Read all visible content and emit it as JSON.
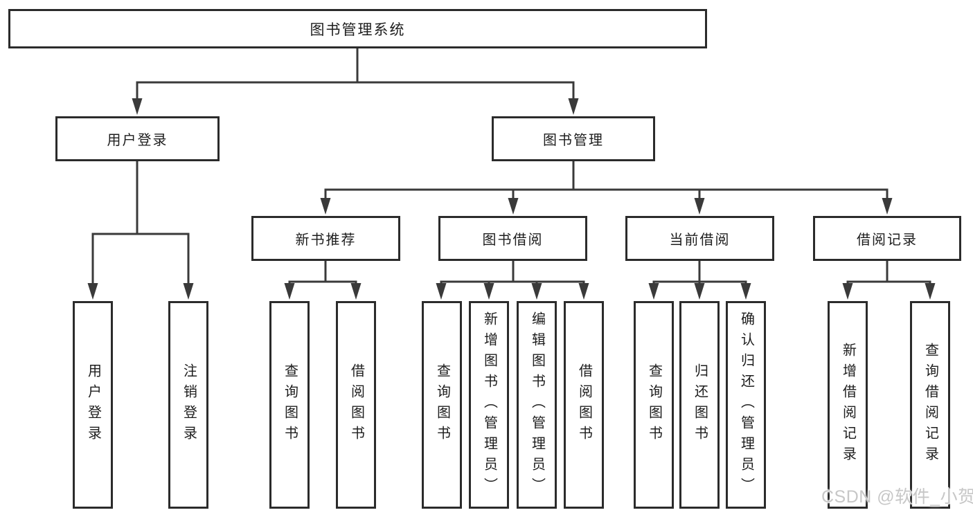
{
  "colors": {
    "line": "#3a3a3a",
    "border": "#2b2b2b",
    "text": "#1d1d1d",
    "watermark": "#c7c7c7",
    "background": "#ffffff"
  },
  "watermark": "CSDN @软件_小贺同学",
  "nodes": {
    "root": {
      "label": "图书管理系统"
    },
    "level2": [
      {
        "label": "用户登录"
      },
      {
        "label": "图书管理"
      }
    ],
    "level3": [
      {
        "label": "新书推荐"
      },
      {
        "label": "图书借阅"
      },
      {
        "label": "当前借阅"
      },
      {
        "label": "借阅记录"
      }
    ],
    "leaves": [
      {
        "label": "用户登录"
      },
      {
        "label": "注销登录"
      },
      {
        "label": "查询图书"
      },
      {
        "label": "借阅图书"
      },
      {
        "label": "查询图书"
      },
      {
        "label": "新增图书（管理员）"
      },
      {
        "label": "编辑图书（管理员）"
      },
      {
        "label": "借阅图书"
      },
      {
        "label": "查询图书"
      },
      {
        "label": "归还图书"
      },
      {
        "label": "确认归还（管理员）"
      },
      {
        "label": "新增借阅记录"
      },
      {
        "label": "查询借阅记录"
      }
    ]
  }
}
